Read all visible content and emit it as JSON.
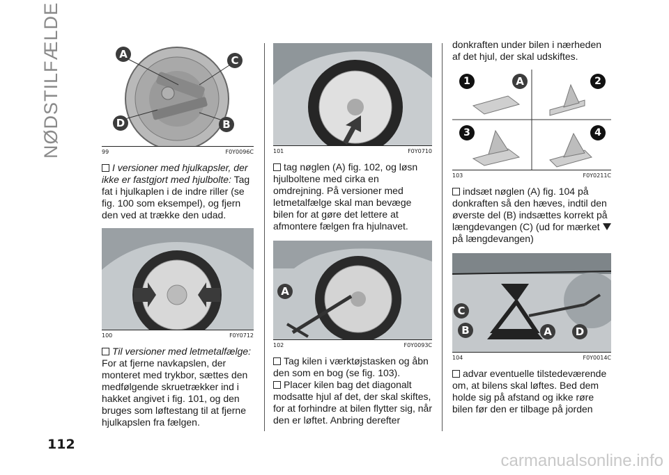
{
  "section_title": "NØDSTILFÆLDE",
  "page_number": "112",
  "footer": "carmanualsonline.info",
  "figures": {
    "f99": {
      "num": "99",
      "code": "F0Y0096C",
      "labels": [
        "A",
        "C",
        "D",
        "B"
      ]
    },
    "f100": {
      "num": "100",
      "code": "F0Y0712"
    },
    "f101": {
      "num": "101",
      "code": "F0Y0710"
    },
    "f102": {
      "num": "102",
      "code": "F0Y0093C",
      "labels": [
        "A"
      ]
    },
    "f103": {
      "num": "103",
      "code": "F0Y0211C",
      "steps": [
        "1",
        "2",
        "3",
        "4"
      ],
      "labels": [
        "A"
      ]
    },
    "f104": {
      "num": "104",
      "code": "F0Y0014C",
      "labels": [
        "C",
        "B",
        "A",
        "D"
      ]
    }
  },
  "col1": {
    "p1_italic": "I versioner med hjulkapsler, der ikke er fastgjort med hjulbolte:",
    "p1_text": " Tag fat i hjulkaplen i de indre riller (se fig. 100 som eksempel), og fjern den ved at trække den udad.",
    "p2_italic": "Til versioner med letmetalfælge:",
    "p2_text": " For at fjerne navkapslen, der monteret med trykbor, sættes den medfølgende skruetrækker ind i hakket angivet i fig. 101, og den bruges som løftestang til at fjerne hjulkapslen fra fælgen."
  },
  "col2": {
    "p1": "tag nøglen (A) fig. 102, og løsn hjulboltene med cirka en omdrejning. På versioner med letmetalfælge skal man bevæge bilen for at gøre det lettere at afmontere fælgen fra hjulnavet.",
    "p2": "Tag kilen i værktøjstasken og åbn den som en bog (se fig. 103).",
    "p3": "Placer kilen bag det diagonalt modsatte hjul af det, der skal skiftes, for at forhindre at bilen flytter sig, når den er løftet. Anbring derefter"
  },
  "col3": {
    "p0": "donkraften under bilen i nærheden af det hjul, der skal udskiftes.",
    "p1": "indsæt nøglen (A) fig. 104 på donkraften så den hæves, indtil den øverste del (B) indsættes korrekt på længdevangen (C) (ud for mærket",
    "p1_end": "på længdevangen)",
    "p2": "advar eventuelle tilstedeværende om, at bilens skal løftes. Bed dem holde sig på afstand og ikke røre bilen før den er tilbage på jorden"
  }
}
